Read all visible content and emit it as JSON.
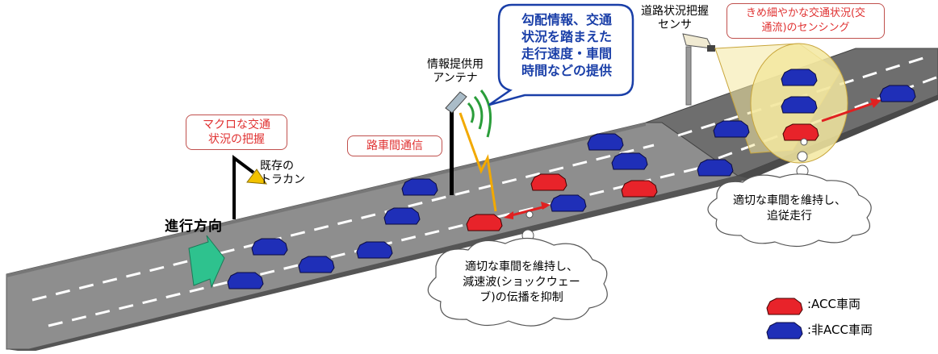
{
  "labels": {
    "macro": [
      "マクロな交通",
      "状況の把握"
    ],
    "existing_tracan": [
      "既存の",
      "トラカン"
    ],
    "direction": "進行方向",
    "antenna": [
      "情報提供用",
      "アンテナ"
    ],
    "roadside_comm": "路車間通信",
    "info_bubble": [
      "勾配情報、交通",
      "状況を踏まえた",
      "走行速度・車間",
      "時間などの提供"
    ],
    "sensor": [
      "道路状況把握",
      "センサ"
    ],
    "fine_sensing": [
      "きめ細やかな交通状況(交",
      "通流)のセンシング"
    ],
    "cloud_left": [
      "適切な車間を維持し、",
      "減速波(ショックウェー",
      "ブ)の伝播を抑制"
    ],
    "cloud_right": [
      "適切な車間を維持し、",
      "追従走行"
    ]
  },
  "legend": [
    {
      "label": ":ACC車両",
      "color": "#e8232a"
    },
    {
      "label": ":非ACC車両",
      "color": "#1f2fb8"
    }
  ],
  "colors": {
    "acc": "#e8232a",
    "non_acc": "#1f2fb8",
    "road": "#8c8c8c",
    "road_dark": "#6a6a6a",
    "arrow": "#2ec28e",
    "bubble_border": "#1a3fa8",
    "label_red": "#e03131"
  }
}
